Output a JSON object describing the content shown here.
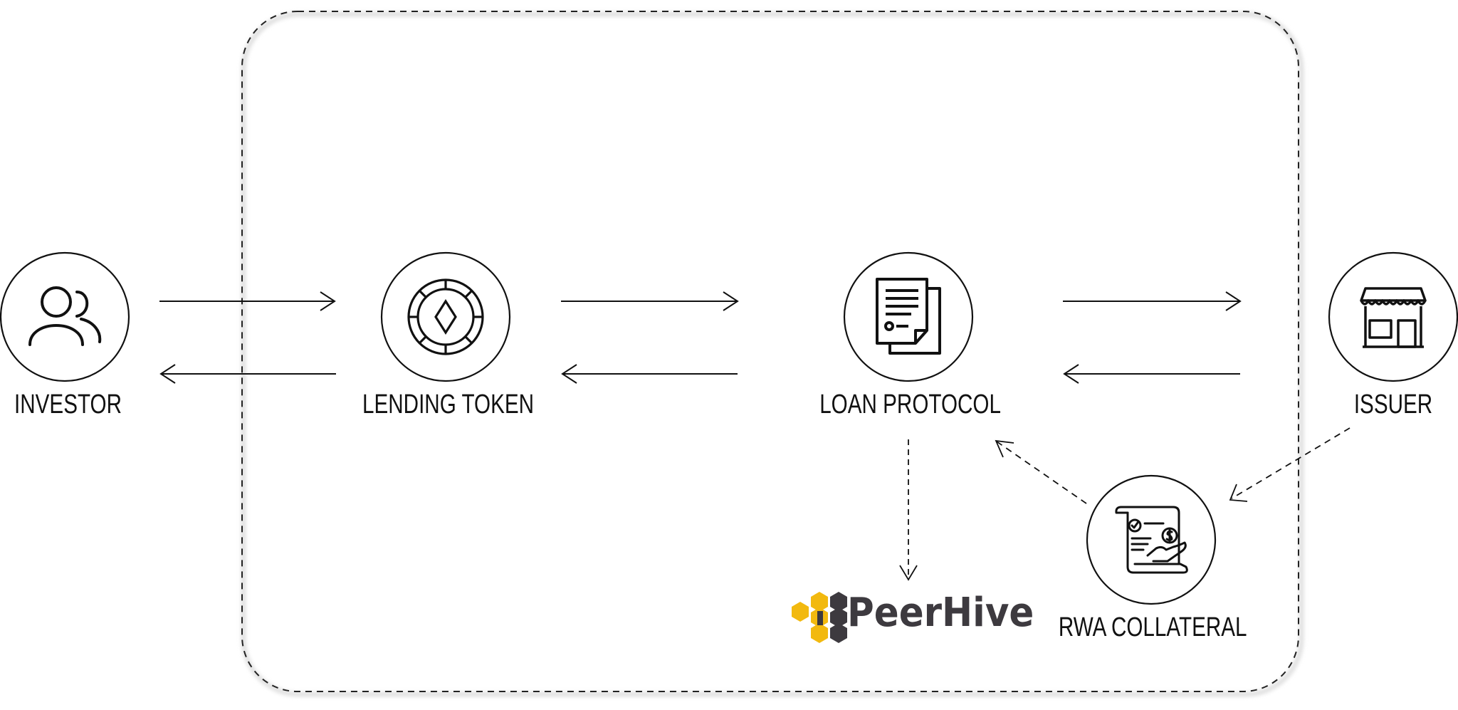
{
  "nodes": {
    "investor": {
      "label": "INVESTOR",
      "icon": "users-icon"
    },
    "lending_token": {
      "label": "LENDING TOKEN",
      "icon": "token-coin-icon"
    },
    "loan_protocol": {
      "label": "LOAN PROTOCOL",
      "icon": "contract-document-icon"
    },
    "issuer": {
      "label": "ISSUER",
      "icon": "storefront-icon"
    },
    "rwa_collateral": {
      "label": "RWA COLLATERAL",
      "icon": "collateral-scroll-icon"
    }
  },
  "brand": {
    "name": "PeerHive",
    "icon": "honeycomb-logo-icon"
  },
  "colors": {
    "stroke": "#111111",
    "honeycomb_yellow": "#f2b90f",
    "honeycomb_dark": "#3d3a3f"
  }
}
